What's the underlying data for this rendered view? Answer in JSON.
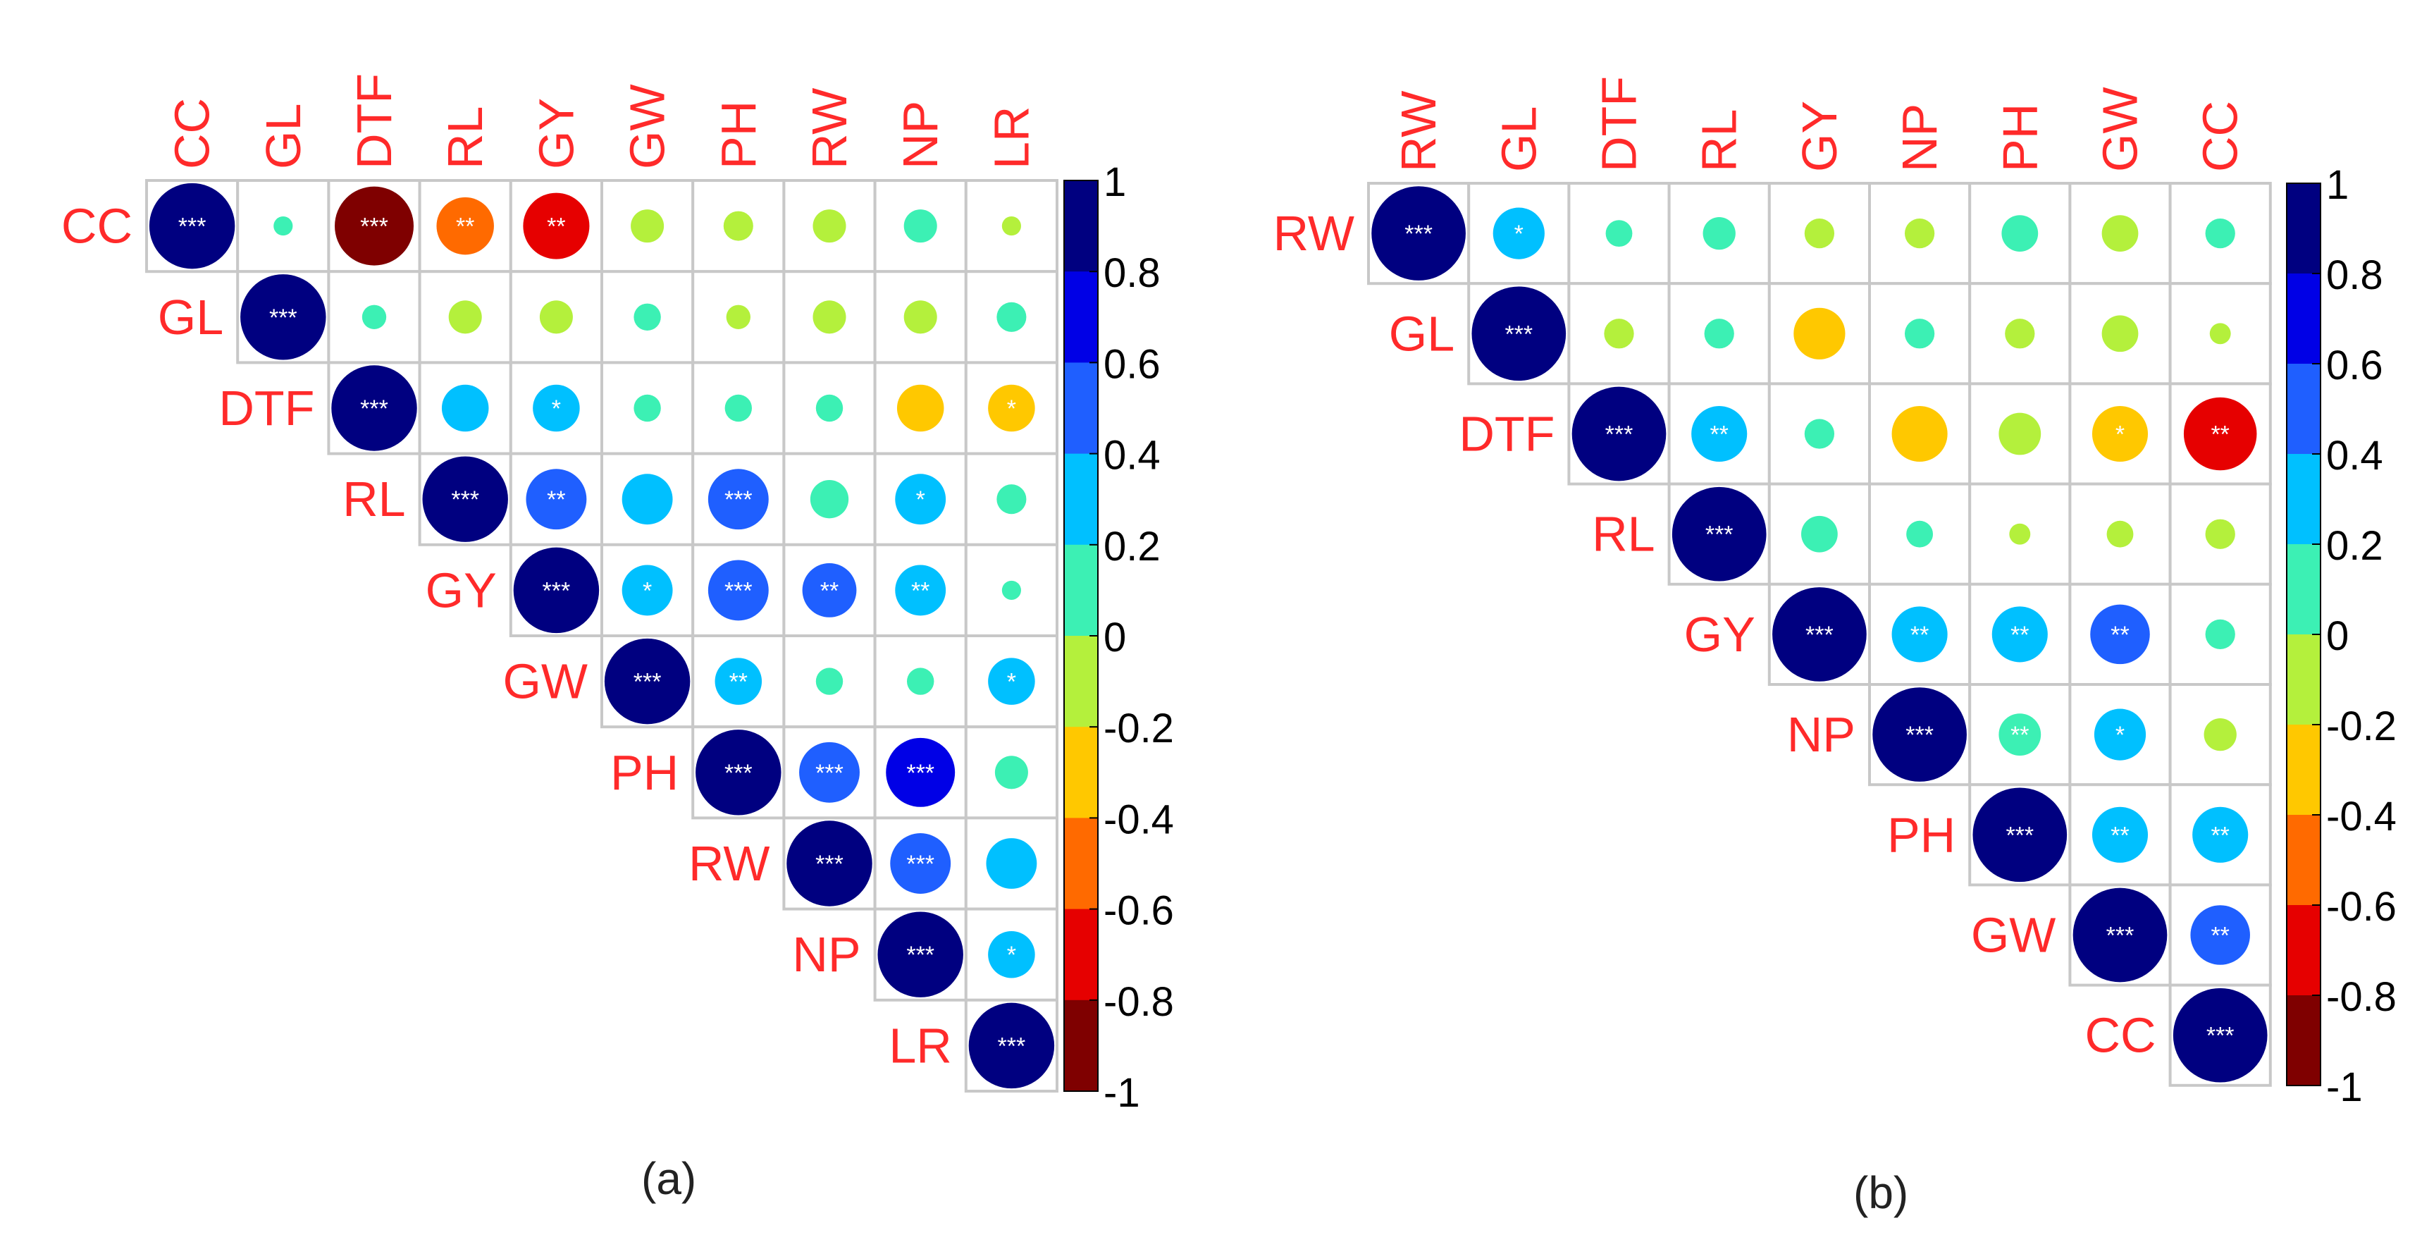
{
  "charts": {
    "a": {
      "caption": "(a)"
    },
    "b": {
      "caption": "(b)"
    }
  },
  "colorbar": {
    "ticks": [
      "1",
      "0.8",
      "0.6",
      "0.4",
      "0.2",
      "0",
      "-0.2",
      "-0.4",
      "-0.6",
      "-0.8",
      "-1"
    ],
    "colors": [
      "#000080",
      "#0000e6",
      "#1f5fff",
      "#00c0ff",
      "#3cf0b4",
      "#b4f03c",
      "#ffc800",
      "#ff6a00",
      "#e60000",
      "#7f0000"
    ]
  },
  "label_color": "#ff2a2a",
  "chart_data": [
    {
      "type": "heatmap",
      "subtype": "correlation-upper-triangle",
      "panel": "(a)",
      "variables": [
        "CC",
        "GL",
        "DTF",
        "RL",
        "GY",
        "GW",
        "PH",
        "RW",
        "NP",
        "LR"
      ],
      "cells": [
        [
          "CC",
          "CC",
          1,
          "***"
        ],
        [
          "CC",
          "GL",
          0.05,
          ""
        ],
        [
          "CC",
          "DTF",
          -0.85,
          "***"
        ],
        [
          "CC",
          "RL",
          -0.45,
          "**"
        ],
        [
          "CC",
          "GY",
          -0.6,
          "**"
        ],
        [
          "CC",
          "GW",
          -0.15,
          ""
        ],
        [
          "CC",
          "PH",
          -0.12,
          ""
        ],
        [
          "CC",
          "RW",
          -0.15,
          ""
        ],
        [
          "CC",
          "NP",
          0.15,
          ""
        ],
        [
          "CC",
          "LR",
          -0.05,
          ""
        ],
        [
          "GL",
          "GL",
          1,
          "***"
        ],
        [
          "GL",
          "DTF",
          0.08,
          ""
        ],
        [
          "GL",
          "RL",
          -0.15,
          ""
        ],
        [
          "GL",
          "GY",
          -0.15,
          ""
        ],
        [
          "GL",
          "GW",
          0.1,
          ""
        ],
        [
          "GL",
          "PH",
          -0.08,
          ""
        ],
        [
          "GL",
          "RW",
          -0.15,
          ""
        ],
        [
          "GL",
          "NP",
          -0.15,
          ""
        ],
        [
          "GL",
          "LR",
          0.12,
          ""
        ],
        [
          "DTF",
          "DTF",
          1,
          "***"
        ],
        [
          "DTF",
          "RL",
          0.3,
          ""
        ],
        [
          "DTF",
          "GY",
          0.3,
          "*"
        ],
        [
          "DTF",
          "GW",
          0.1,
          ""
        ],
        [
          "DTF",
          "PH",
          0.1,
          ""
        ],
        [
          "DTF",
          "RW",
          0.1,
          ""
        ],
        [
          "DTF",
          "NP",
          -0.3,
          ""
        ],
        [
          "DTF",
          "LR",
          -0.3,
          "*"
        ],
        [
          "RL",
          "RL",
          1,
          "***"
        ],
        [
          "RL",
          "GY",
          0.5,
          "**"
        ],
        [
          "RL",
          "GW",
          0.35,
          ""
        ],
        [
          "RL",
          "PH",
          0.5,
          "***"
        ],
        [
          "RL",
          "RW",
          0.2,
          ""
        ],
        [
          "RL",
          "NP",
          0.35,
          "*"
        ],
        [
          "RL",
          "LR",
          0.12,
          ""
        ],
        [
          "GY",
          "GY",
          1,
          "***"
        ],
        [
          "GY",
          "GW",
          0.35,
          "*"
        ],
        [
          "GY",
          "PH",
          0.5,
          "***"
        ],
        [
          "GY",
          "RW",
          0.4,
          "**"
        ],
        [
          "GY",
          "NP",
          0.35,
          "**"
        ],
        [
          "GY",
          "LR",
          0.05,
          ""
        ],
        [
          "GW",
          "GW",
          1,
          "***"
        ],
        [
          "GW",
          "PH",
          0.3,
          "**"
        ],
        [
          "GW",
          "RW",
          0.1,
          ""
        ],
        [
          "GW",
          "NP",
          0.1,
          ""
        ],
        [
          "GW",
          "LR",
          0.3,
          "*"
        ],
        [
          "PH",
          "PH",
          1,
          "***"
        ],
        [
          "PH",
          "RW",
          0.5,
          "***"
        ],
        [
          "PH",
          "NP",
          0.65,
          "***"
        ],
        [
          "PH",
          "LR",
          0.15,
          ""
        ],
        [
          "RW",
          "RW",
          1,
          "***"
        ],
        [
          "RW",
          "NP",
          0.5,
          "***"
        ],
        [
          "RW",
          "LR",
          0.35,
          ""
        ],
        [
          "NP",
          "NP",
          1,
          "***"
        ],
        [
          "NP",
          "LR",
          0.3,
          "*"
        ],
        [
          "LR",
          "LR",
          1,
          "***"
        ]
      ]
    },
    {
      "type": "heatmap",
      "subtype": "correlation-upper-triangle",
      "panel": "(b)",
      "variables": [
        "RW",
        "GL",
        "DTF",
        "RL",
        "GY",
        "NP",
        "PH",
        "GW",
        "CC"
      ],
      "cells": [
        [
          "RW",
          "RW",
          1,
          "***"
        ],
        [
          "RW",
          "GL",
          0.3,
          "*"
        ],
        [
          "RW",
          "DTF",
          0.08,
          ""
        ],
        [
          "RW",
          "RL",
          0.12,
          ""
        ],
        [
          "RW",
          "GY",
          -0.1,
          ""
        ],
        [
          "RW",
          "NP",
          -0.1,
          ""
        ],
        [
          "RW",
          "PH",
          0.15,
          ""
        ],
        [
          "RW",
          "GW",
          -0.15,
          ""
        ],
        [
          "RW",
          "CC",
          0.1,
          ""
        ],
        [
          "GL",
          "GL",
          1,
          "***"
        ],
        [
          "GL",
          "DTF",
          -0.1,
          ""
        ],
        [
          "GL",
          "RL",
          0.1,
          ""
        ],
        [
          "GL",
          "GY",
          -0.3,
          ""
        ],
        [
          "GL",
          "NP",
          0.1,
          ""
        ],
        [
          "GL",
          "PH",
          -0.1,
          ""
        ],
        [
          "GL",
          "GW",
          -0.15,
          ""
        ],
        [
          "GL",
          "CC",
          -0.05,
          ""
        ],
        [
          "DTF",
          "DTF",
          1,
          "***"
        ],
        [
          "DTF",
          "RL",
          0.35,
          "**"
        ],
        [
          "DTF",
          "GY",
          0.1,
          ""
        ],
        [
          "DTF",
          "NP",
          -0.35,
          ""
        ],
        [
          "DTF",
          "PH",
          -0.2,
          ""
        ],
        [
          "DTF",
          "GW",
          -0.35,
          "*"
        ],
        [
          "DTF",
          "CC",
          -0.6,
          "**"
        ],
        [
          "RL",
          "RL",
          1,
          "***"
        ],
        [
          "RL",
          "GY",
          0.15,
          ""
        ],
        [
          "RL",
          "NP",
          0.08,
          ""
        ],
        [
          "RL",
          "PH",
          -0.05,
          ""
        ],
        [
          "RL",
          "GW",
          -0.08,
          ""
        ],
        [
          "RL",
          "CC",
          -0.1,
          ""
        ],
        [
          "GY",
          "GY",
          1,
          "***"
        ],
        [
          "GY",
          "NP",
          0.35,
          "**"
        ],
        [
          "GY",
          "PH",
          0.35,
          "**"
        ],
        [
          "GY",
          "GW",
          0.4,
          "**"
        ],
        [
          "GY",
          "CC",
          0.1,
          ""
        ],
        [
          "NP",
          "NP",
          1,
          "***"
        ],
        [
          "NP",
          "PH",
          0.2,
          "**"
        ],
        [
          "NP",
          "GW",
          0.3,
          "*"
        ],
        [
          "NP",
          "CC",
          -0.12,
          ""
        ],
        [
          "PH",
          "PH",
          1,
          "***"
        ],
        [
          "PH",
          "GW",
          0.35,
          "**"
        ],
        [
          "PH",
          "CC",
          0.35,
          "**"
        ],
        [
          "GW",
          "GW",
          1,
          "***"
        ],
        [
          "GW",
          "CC",
          0.4,
          "**"
        ],
        [
          "CC",
          "CC",
          1,
          "***"
        ]
      ]
    }
  ]
}
